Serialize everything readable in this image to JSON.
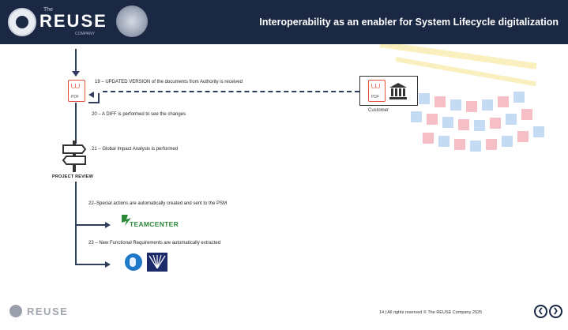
{
  "header": {
    "logo_the": "The",
    "logo_text": "REUSE",
    "logo_sub": "COMPANY",
    "title": "Interoperability as an enabler for System Lifecycle digitalization"
  },
  "flow": {
    "pdf_label": "PDF",
    "customer_label": "Customer",
    "steps": [
      "19 – UPDATED VERSION of the documents from Authority is received",
      "20 – A DIFF is performed to see the changes",
      "21 – Global Impact Analysis is performed",
      "22–Special actions are automatically created and sent to the PSM",
      "23 – New Functional Requirements are automatically extracted"
    ],
    "review_label": "PROJECT REVIEW",
    "teamcenter_label": "TEAMCENTER"
  },
  "footer": {
    "logo_text": "REUSE",
    "page_number": "14",
    "copyright": "14 | All rights reserved © The REUSE Company 2025",
    "prev_icon": "previous-icon",
    "next_icon": "next-icon"
  },
  "colors": {
    "header_bg": "#1b2844",
    "pdf_accent": "#e6533c",
    "teamcenter_green": "#2c8a3a",
    "app_blue": "#1e78c8"
  }
}
